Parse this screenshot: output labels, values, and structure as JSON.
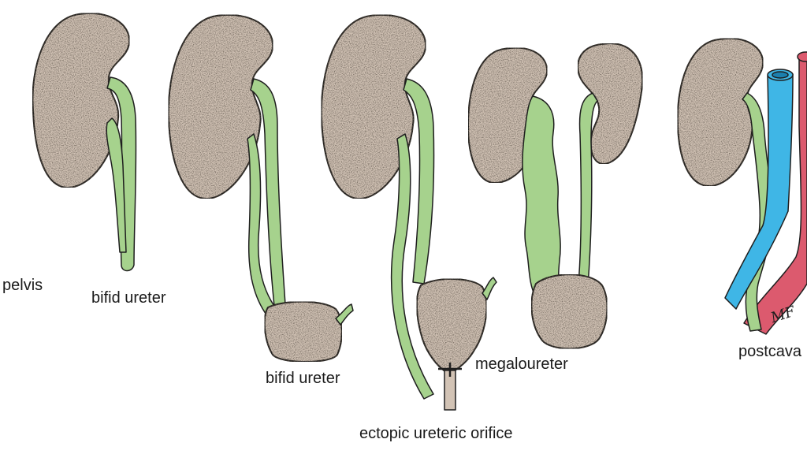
{
  "colors": {
    "kidney_fill": "#d2c3b5",
    "ureter_fill": "#a6d28d",
    "vena_cava_fill": "#3fb6e6",
    "aorta_fill": "#dc5a6e",
    "outline": "#1e1e1e"
  },
  "labels": {
    "pelvis": "pelvis",
    "bifid_ureter_1": "bifid ureter",
    "bifid_ureter_2": "bifid ureter",
    "megaloureter": "megaloureter",
    "ectopic_ureteric_orifice": "ectopic ureteric orifice",
    "postcava": "postcava"
  },
  "signature": "MF"
}
